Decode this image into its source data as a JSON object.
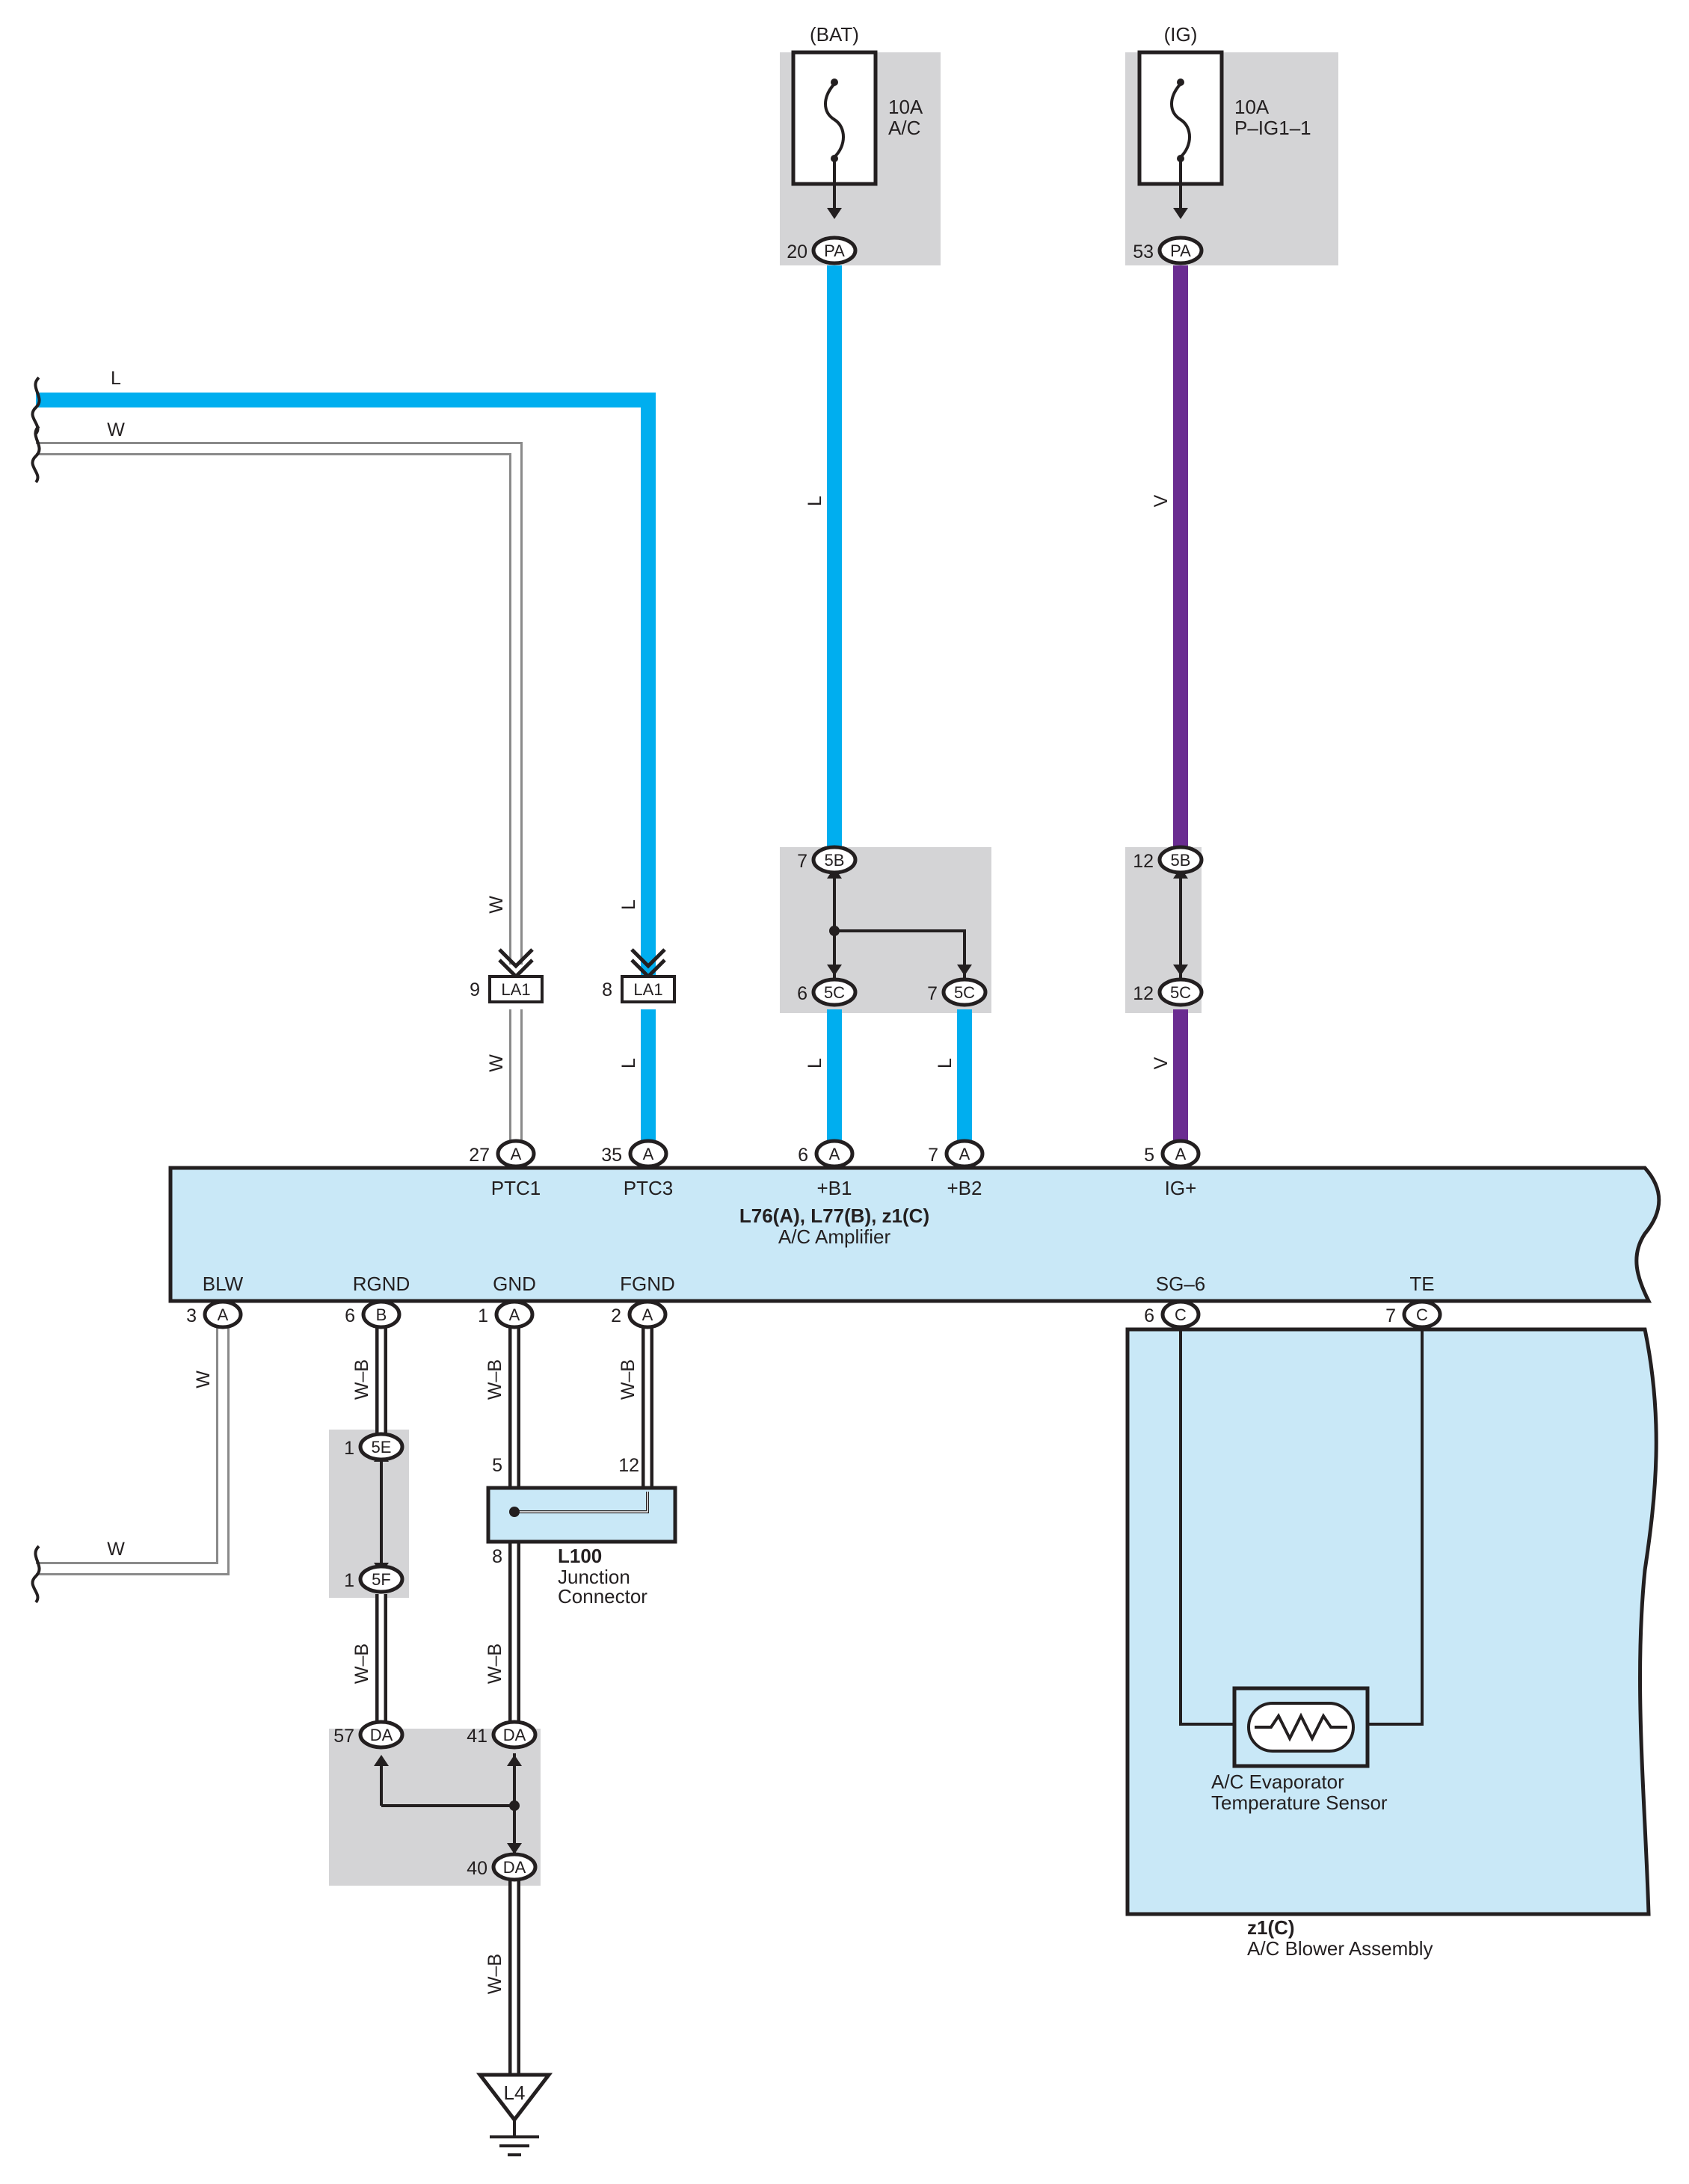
{
  "colors": {
    "wire_L": "#00aeef",
    "wire_V": "#6a2c91",
    "wire_W_fill": "#ffffff",
    "wire_W_edge": "#8a8a8a",
    "wire_WB_core": "#ffffff",
    "wire_WB_edge": "#231f20",
    "component_fill": "#c9e8f7",
    "relay_box_fill": "#d4d4d6",
    "ink": "#231f20"
  },
  "fuses": [
    {
      "source": "(BAT)",
      "rating": "10A",
      "name": "A/C",
      "pin": "20",
      "connector": "PA"
    },
    {
      "source": "(IG)",
      "rating": "10A",
      "name": "P–IG1–1",
      "pin": "53",
      "connector": "PA"
    }
  ],
  "left_wires": {
    "top_L": "L",
    "top_W": "W",
    "bottom_W": "W"
  },
  "la1": [
    {
      "pin": "9",
      "connector": "LA1",
      "wire_above": "W",
      "wire_below": "W"
    },
    {
      "pin": "8",
      "connector": "LA1",
      "wire_above": "L",
      "wire_below": "L"
    }
  ],
  "junction_5": {
    "b1_top": {
      "pin": "7",
      "connector": "5B"
    },
    "b1_left": {
      "pin": "6",
      "connector": "5C"
    },
    "b1_right": {
      "pin": "7",
      "connector": "5C"
    },
    "b2_top": {
      "pin": "12",
      "connector": "5B"
    },
    "b2_bottom": {
      "pin": "12",
      "connector": "5C"
    },
    "wire_b1_upper": "L",
    "wire_b1_lower_left": "L",
    "wire_b1_lower_right": "L",
    "wire_ig_upper": "V",
    "wire_ig_lower": "V"
  },
  "amplifier": {
    "title": "L76(A), L77(B), z1(C)",
    "name": "A/C Amplifier",
    "top_pins": [
      {
        "num": "27",
        "conn": "A",
        "label": "PTC1"
      },
      {
        "num": "35",
        "conn": "A",
        "label": "PTC3"
      },
      {
        "num": "6",
        "conn": "A",
        "label": "+B1"
      },
      {
        "num": "7",
        "conn": "A",
        "label": "+B2"
      },
      {
        "num": "5",
        "conn": "A",
        "label": "IG+"
      }
    ],
    "bottom_pins": [
      {
        "num": "3",
        "conn": "A",
        "label": "BLW"
      },
      {
        "num": "6",
        "conn": "B",
        "label": "RGND"
      },
      {
        "num": "1",
        "conn": "A",
        "label": "GND"
      },
      {
        "num": "2",
        "conn": "A",
        "label": "FGND"
      },
      {
        "num": "6",
        "conn": "C",
        "label": "SG–6"
      },
      {
        "num": "7",
        "conn": "C",
        "label": "TE"
      }
    ]
  },
  "lower_wires": {
    "blw": "W",
    "rgnd_upper": "W–B",
    "rgnd_lower": "W–B",
    "gnd_upper": "W–B",
    "gnd_lower": "W–B",
    "fgnd": "W–B",
    "ground_wire": "W–B"
  },
  "junction_5EF": {
    "top": {
      "pin": "1",
      "connector": "5E"
    },
    "bottom": {
      "pin": "1",
      "connector": "5F"
    }
  },
  "junction_connector": {
    "code": "L100",
    "line1": "Junction",
    "line2": "Connector",
    "pin_in_left": "5",
    "pin_in_right": "12",
    "pin_out": "8"
  },
  "junction_DA": {
    "left": {
      "pin": "57",
      "connector": "DA"
    },
    "right": {
      "pin": "41",
      "connector": "DA"
    },
    "bottom": {
      "pin": "40",
      "connector": "DA"
    }
  },
  "ground": {
    "code": "L4"
  },
  "blower": {
    "code": "z1(C)",
    "name": "A/C Blower Assembly",
    "sensor_line1": "A/C Evaporator",
    "sensor_line2": "Temperature Sensor"
  }
}
